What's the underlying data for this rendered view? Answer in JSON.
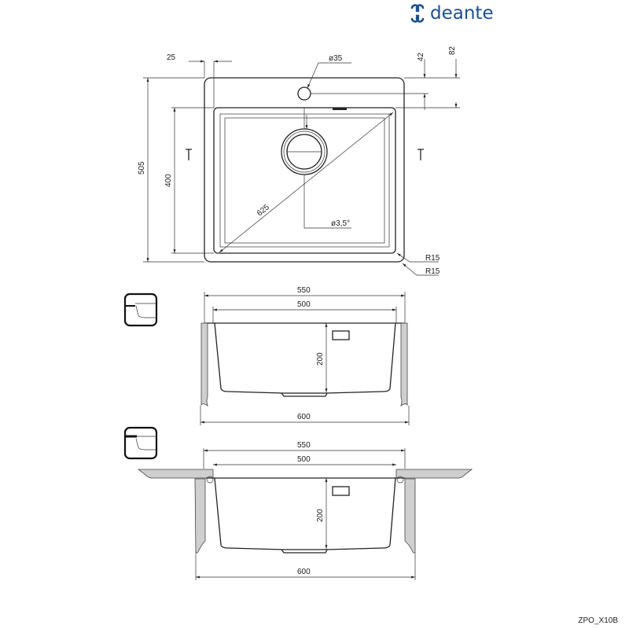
{
  "brand": {
    "name": "deante",
    "color": "#1d4f91"
  },
  "model_code": "ZPO_X10B",
  "top_view": {
    "dims": {
      "offset": "25",
      "tap_hole": "ø35",
      "tap_offset": "42",
      "bowl_offset": "82",
      "total_depth": "505",
      "bowl_depth": "400",
      "diagonal": "625",
      "slope": "ø3,5°",
      "radius_inner": "R15",
      "radius_outer": "R15"
    }
  },
  "section_undermount": {
    "dims": {
      "width_outer": "550",
      "width_bowl": "500",
      "depth": "200",
      "cabinet": "600"
    }
  },
  "section_flush": {
    "dims": {
      "width_outer": "550",
      "width_bowl": "500",
      "depth": "200",
      "cabinet": "600"
    }
  }
}
